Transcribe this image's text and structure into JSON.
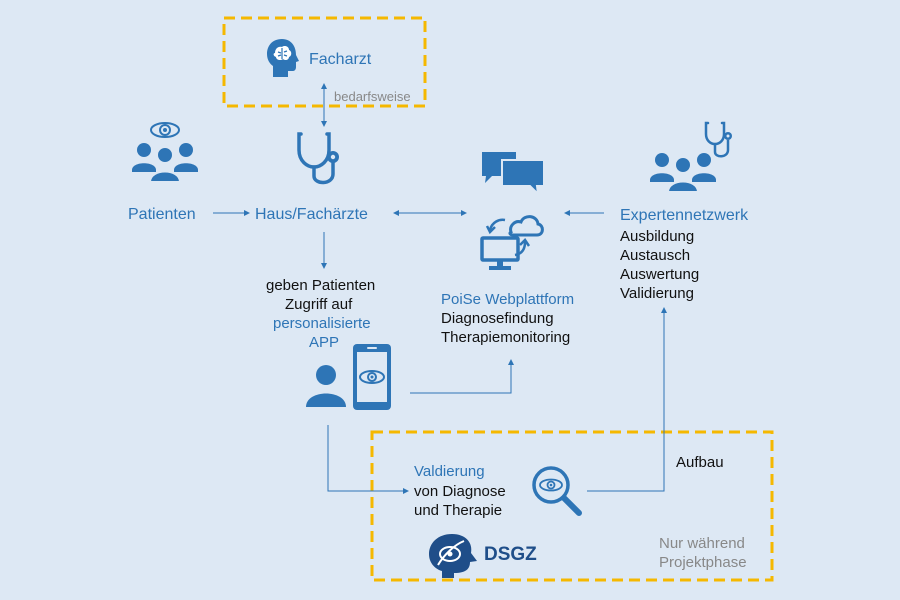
{
  "colors": {
    "background": "#dde8f4",
    "accent": "#2e75b6",
    "dashed_border": "#f5b800",
    "text": "#111111",
    "muted": "#888888"
  },
  "facharzt": {
    "label": "Facharzt",
    "icon": "brain-head-icon"
  },
  "bedarfsweise": "bedarfsweise",
  "patienten": {
    "label": "Patienten",
    "icon": "patient-group-icon"
  },
  "hausaerzte": {
    "label": "Haus/Fachärzte",
    "icon": "stethoscope-icon"
  },
  "zugriff": {
    "line1": "geben Patienten",
    "line2": "Zugriff auf",
    "line3": "personalisierte",
    "line4": "APP"
  },
  "plattform": {
    "title": "PoiSe Webplattform",
    "line1": "Diagnosefindung",
    "line2": "Therapiemonitoring",
    "icon": "cloud-computer-icon",
    "chat_icon": "chat-bubbles-icon"
  },
  "experten": {
    "title": "Expertennetzwerk",
    "items": [
      "Ausbildung",
      "Austausch",
      "Auswertung",
      "Validierung"
    ],
    "icon": "expert-group-icon"
  },
  "app": {
    "person_icon": "person-icon",
    "phone_icon": "smartphone-eye-icon"
  },
  "aufbau": "Aufbau",
  "validierung": {
    "title": "Valdierung",
    "line1": "von Diagnose",
    "line2": "und Therapie",
    "icon": "magnifier-eye-icon"
  },
  "dsgz": {
    "label": "DSGZ",
    "icon": "dsgz-logo-icon"
  },
  "projektphase": {
    "line1": "Nur während",
    "line2": "Projektphase"
  }
}
